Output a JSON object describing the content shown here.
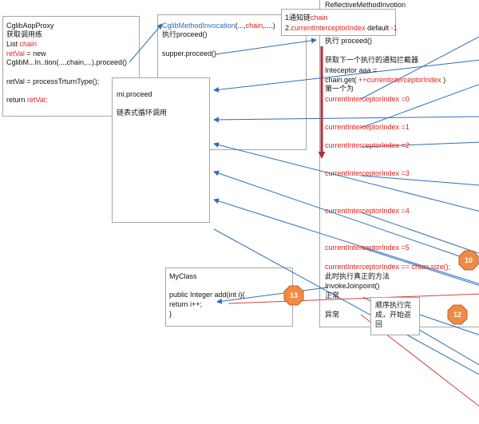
{
  "cglib_proxy": {
    "title": "CglibAopProxy",
    "line1": "获取调用练",
    "line2_a": "List ",
    "line2_b": "chain",
    "line3_a": "retVal",
    "line3_b": " = new",
    "line4": "CglibM...In..tion(...,chain,...).proceed()",
    "line5": "retVal = processTrturnType();",
    "line6_a": "return ",
    "line6_b": "retVal;"
  },
  "cglib_invocation": {
    "title_a": "CglibMethodInvocation",
    "title_b": "(...,",
    "title_c": "chain",
    "title_d": ",....)",
    "line1": "执行proceed()",
    "line2": "supper.proceed()"
  },
  "mi": {
    "line1": "mi.proceed",
    "line2": "链表式循环调用"
  },
  "notice": {
    "line1_a": "1通知链",
    "line1_b": "chain",
    "line2_a": "2.",
    "line2_b": "currentInterceptorIndex",
    "line2_c": "  default ",
    "line2_d": "-1"
  },
  "reflective": {
    "title": "ReflectiveMethodInvotion",
    "exec": "执行 proceed()",
    "get_next": "获取下一个执行的通知拦截器",
    "inter": "Inteceptor aaa =",
    "chain_a": "chain.get( ",
    "chain_b": "++currentInterceptorIndex",
    "chain_c": " )",
    "first": "第一个为",
    "idx0": "currentInterceptorIndex =0",
    "idx1": "currentInterceptorIndex =1",
    "idx2": "currentInterceptorIndex =2",
    "idx3": "currentInterceptorIndex =3",
    "idx4": "currentInterceptorIndex =4",
    "idx5": "currentInterceptorIndex =5",
    "idx_end": "currentInterceptorIndex == chain.size();",
    "real": "此时执行真正的方法",
    "invoke": "InvokeJoinpoint()",
    "normal": "正常",
    "abnormal": "异常"
  },
  "myclass": {
    "title": "MyClass",
    "line1": "public Integer add(int i){",
    "line2": "   return i++;",
    "line3": "}"
  },
  "return_note": {
    "line1": "顺序执行完",
    "line2": "成，开始返",
    "line3": "回"
  },
  "badges": {
    "b10": "10",
    "b12": "12",
    "b13": "13"
  },
  "colors": {
    "red": "#e0201c",
    "blue": "#2e6fb8",
    "badge_fill": "#f08a45",
    "badge_stroke": "#c0622a",
    "dark_red_arrow": "#b12f3c",
    "box_border": "#a7a7a7"
  }
}
